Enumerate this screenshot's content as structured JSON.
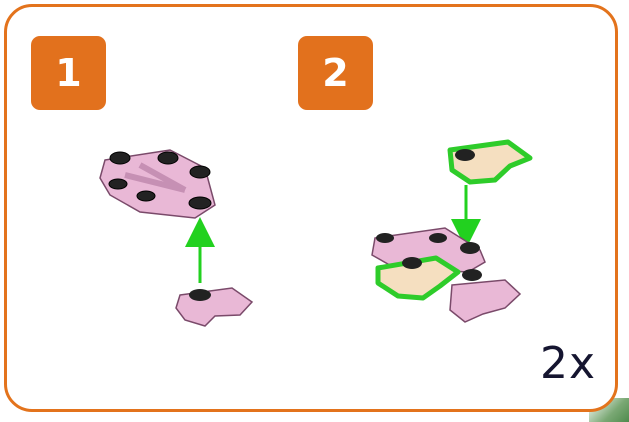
{
  "steps": [
    {
      "number": "1"
    },
    {
      "number": "2"
    }
  ],
  "multiplier": "2x",
  "colors": {
    "frame": "#e3731c",
    "badge": "#e2711d",
    "part_pink": "#e9b8d6",
    "part_tan": "#f5dfc0",
    "arrow": "#22d11f",
    "highlight": "#2ecc2a"
  },
  "icons": [
    "pink-plate-part",
    "pink-flower-part",
    "tan-flower-part",
    "green-arrow"
  ]
}
